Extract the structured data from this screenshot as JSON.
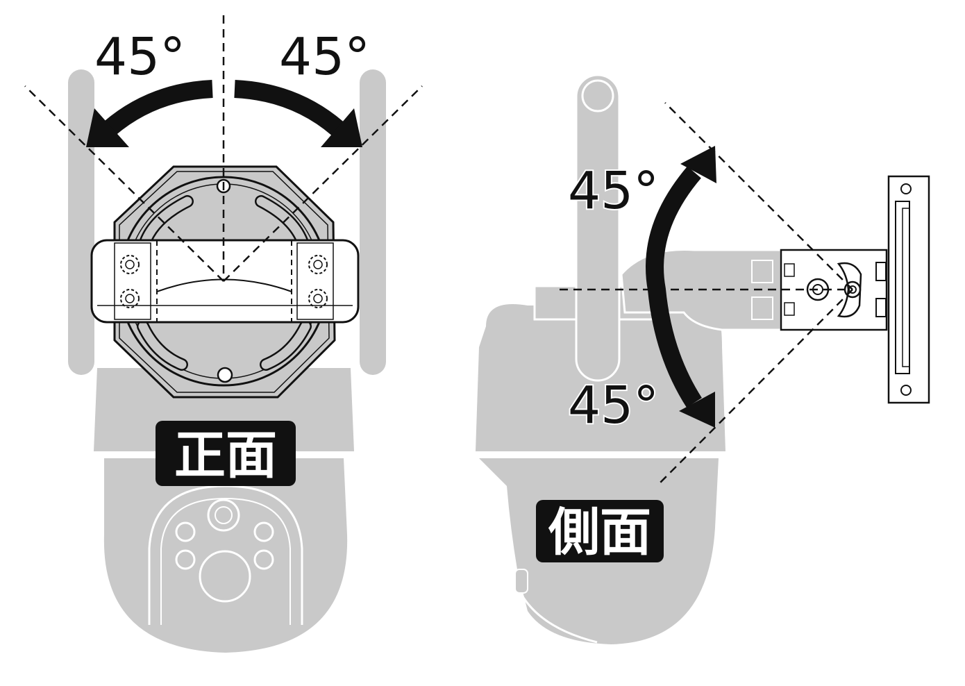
{
  "diagram": {
    "front_view": {
      "label": "正面",
      "angle_left": "45°",
      "angle_right": "45°"
    },
    "side_view": {
      "label": "側面",
      "angle_top": "45°",
      "angle_bottom": "45°"
    },
    "colors": {
      "body_gray": "#c9c9c9",
      "line": "#111111",
      "badge_bg": "#111111",
      "badge_text": "#ffffff",
      "background": "#ffffff"
    }
  }
}
